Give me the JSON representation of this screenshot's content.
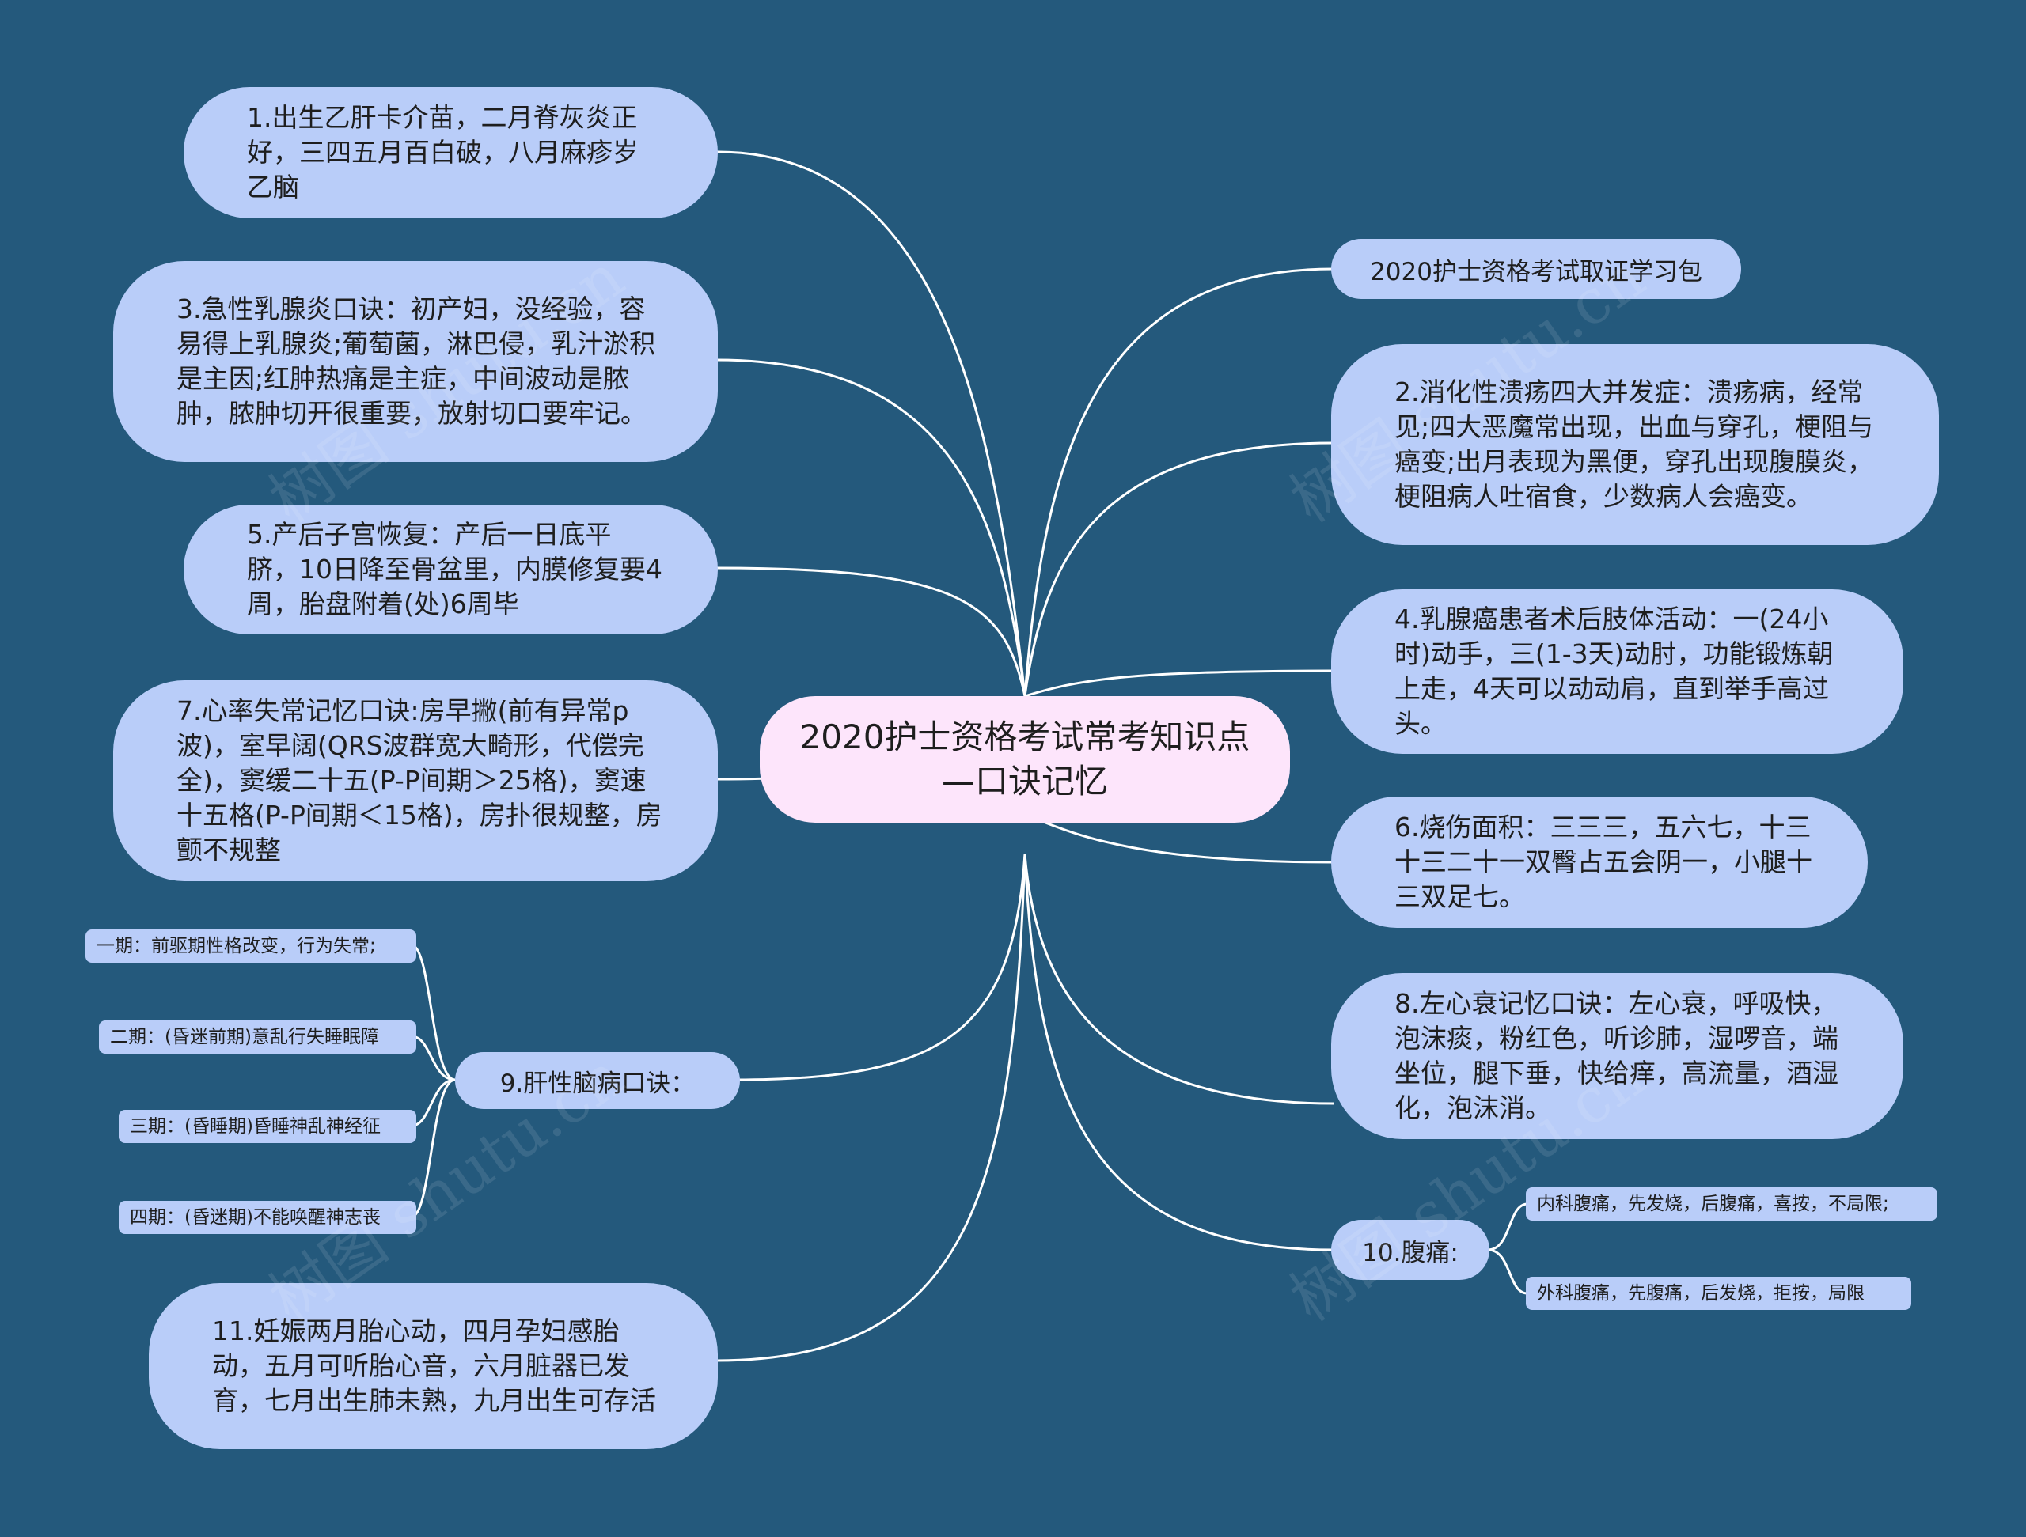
{
  "center": {
    "label": "2020护士资格考试常考知识点—口诀记忆"
  },
  "left": [
    {
      "label": "1.出生乙肝卡介苗，二月脊灰炎正好，三四五月百白破，八月麻疹岁乙脑"
    },
    {
      "label": "3.急性乳腺炎口诀：初产妇，没经验，容易得上乳腺炎;葡萄菌，淋巴侵，乳汁淤积是主因;红肿热痛是主症，中间波动是脓肿，脓肿切开很重要，放射切口要牢记。"
    },
    {
      "label": "5.产后子宫恢复：产后一日底平脐，10日降至骨盆里，内膜修复要4周，胎盘附着(处)6周毕"
    },
    {
      "label": "7.心率失常记忆口诀:房早撇(前有异常p波)，室早阔(QRS波群宽大畸形，代偿完全)，窦缓二十五(P-P间期＞25格)，窦速十五格(P-P间期＜15格)，房扑很规整，房颤不规整"
    },
    {
      "label": "11.妊娠两月胎心动，四月孕妇感胎动，五月可听胎心音，六月脏器已发育，七月出生肺未熟，九月出生可存活"
    }
  ],
  "liver": {
    "label": "9.肝性脑病口诀：",
    "stages": [
      "一期：前驱期性格改变，行为失常;",
      "二期：(昏迷前期)意乱行失睡眠障",
      "三期：(昏睡期)昏睡神乱神经征",
      "四期：(昏迷期)不能唤醒神志丧"
    ]
  },
  "right": [
    {
      "label": "2020护士资格考试取证学习包"
    },
    {
      "label": "2.消化性溃疡四大并发症：溃疡病，经常见;四大恶魔常出现，出血与穿孔，梗阻与癌变;出月表现为黑便，穿孔出现腹膜炎，梗阻病人吐宿食，少数病人会癌变。"
    },
    {
      "label": "4.乳腺癌患者术后肢体活动：一(24小时)动手，三(1-3天)动肘，功能锻炼朝上走，4天可以动动肩，直到举手高过头。"
    },
    {
      "label": "6.烧伤面积：三三三，五六七，十三十三二十一双臀占五会阴一，小腿十三双足七。"
    },
    {
      "label": "8.左心衰记忆口诀：左心衰，呼吸快，泡沫痰，粉红色，听诊肺，湿啰音，端坐位，腿下垂，快给痒，高流量，酒湿化，泡沫消。"
    }
  ],
  "abdomen": {
    "label": "10.腹痛:",
    "items": [
      "内科腹痛，先发烧，后腹痛，喜按，不局限;",
      "外科腹痛，先腹痛，后发烧，拒按，局限"
    ]
  },
  "watermark": "树图 shutu.cn",
  "colors": {
    "background": "#24597c",
    "node": "#b9cdf9",
    "center": "#fde5fb",
    "line": "#ffffff"
  }
}
